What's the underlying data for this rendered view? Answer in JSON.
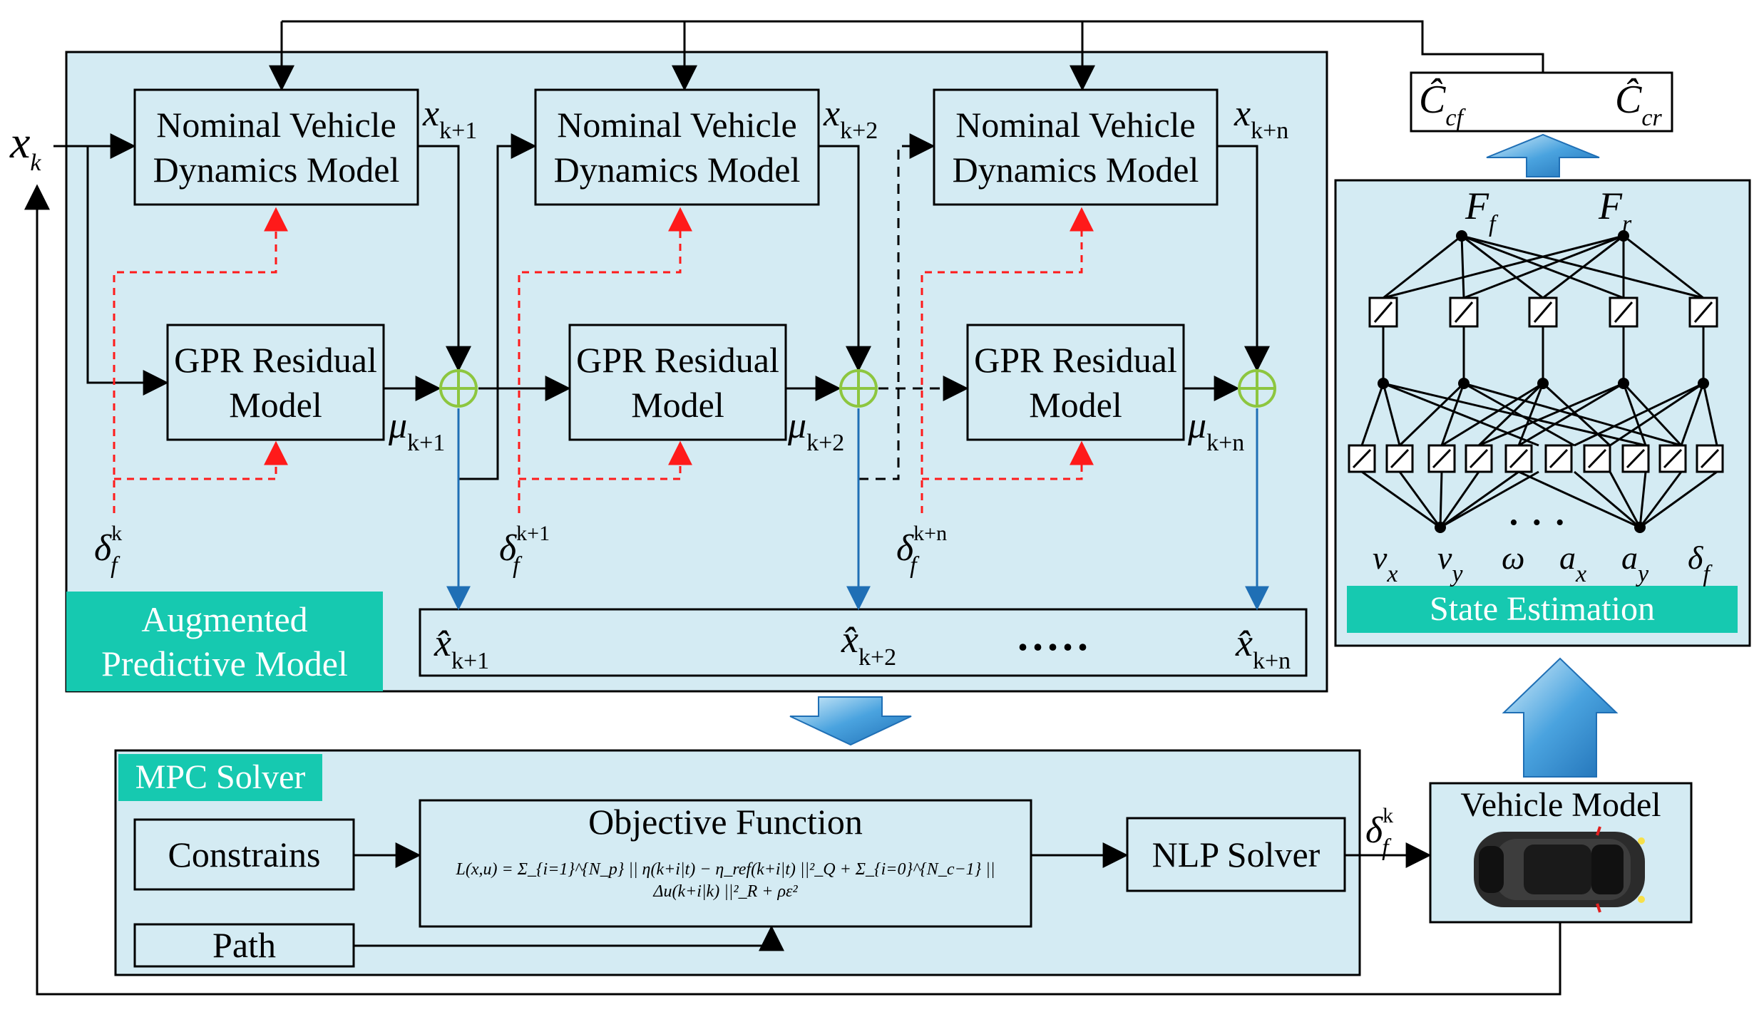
{
  "augmented": {
    "label_line1": "Augmented",
    "label_line2": "Predictive Model",
    "nominal_line1": "Nominal Vehicle",
    "nominal_line2": "Dynamics Model",
    "gpr_line1": "GPR Residual",
    "gpr_line2": "Model",
    "input_x": "x",
    "input_x_sub": "k",
    "states": [
      {
        "x": "x",
        "x_sub": "k+1",
        "mu": "μ",
        "mu_sub": "k+1",
        "delta": "δ",
        "delta_sub": "f",
        "delta_sup": "k",
        "hat": "x̂",
        "hat_sub": "k+1"
      },
      {
        "x": "x",
        "x_sub": "k+2",
        "mu": "μ",
        "mu_sub": "k+2",
        "delta": "δ",
        "delta_sub": "f",
        "delta_sup": "k+1",
        "hat": "x̂",
        "hat_sub": "k+2"
      },
      {
        "x": "x",
        "x_sub": "k+n",
        "mu": "μ",
        "mu_sub": "k+n",
        "delta": "δ",
        "delta_sub": "f",
        "delta_sup": "k+n",
        "hat": "x̂",
        "hat_sub": "k+n"
      }
    ],
    "ellipsis": "....."
  },
  "mpc": {
    "label": "MPC Solver",
    "constrains": "Constrains",
    "path": "Path",
    "objective_title": "Objective Function",
    "objective_formula": "L(x,u) = Σ_{i=1}^{N_p} || η(k+i|t) − η_ref(k+i|t) ||²_Q + Σ_{i=0}^{N_c−1} || Δu(k+i|k) ||²_R + ρε²",
    "nlp": "NLP Solver",
    "output_delta": "δ",
    "output_delta_sub": "f",
    "output_delta_sup": "k"
  },
  "vehicle": {
    "label": "Vehicle Model"
  },
  "state_estimation": {
    "label": "State Estimation",
    "outputs": [
      {
        "sym": "F",
        "sub": "f"
      },
      {
        "sym": "F",
        "sub": "r"
      }
    ],
    "inputs": [
      {
        "sym": "v",
        "sub": "x"
      },
      {
        "sym": "v",
        "sub": "y"
      },
      {
        "sym": "ω",
        "sub": ""
      },
      {
        "sym": "a",
        "sub": "x"
      },
      {
        "sym": "a",
        "sub": "y"
      },
      {
        "sym": "δ",
        "sub": "f"
      }
    ],
    "dots": "• • •"
  },
  "stiffness": {
    "front": "Ĉ",
    "front_sub": "cf",
    "rear": "Ĉ",
    "rear_sub": "cr"
  },
  "colors": {
    "panel": "#d4ebf3",
    "teal": "#16c9b0",
    "red_dashed": "#ff1a1a",
    "blue": "#1f6fb5",
    "sum_node": "#8dc63f",
    "big_arrow": "#4aa3df"
  }
}
